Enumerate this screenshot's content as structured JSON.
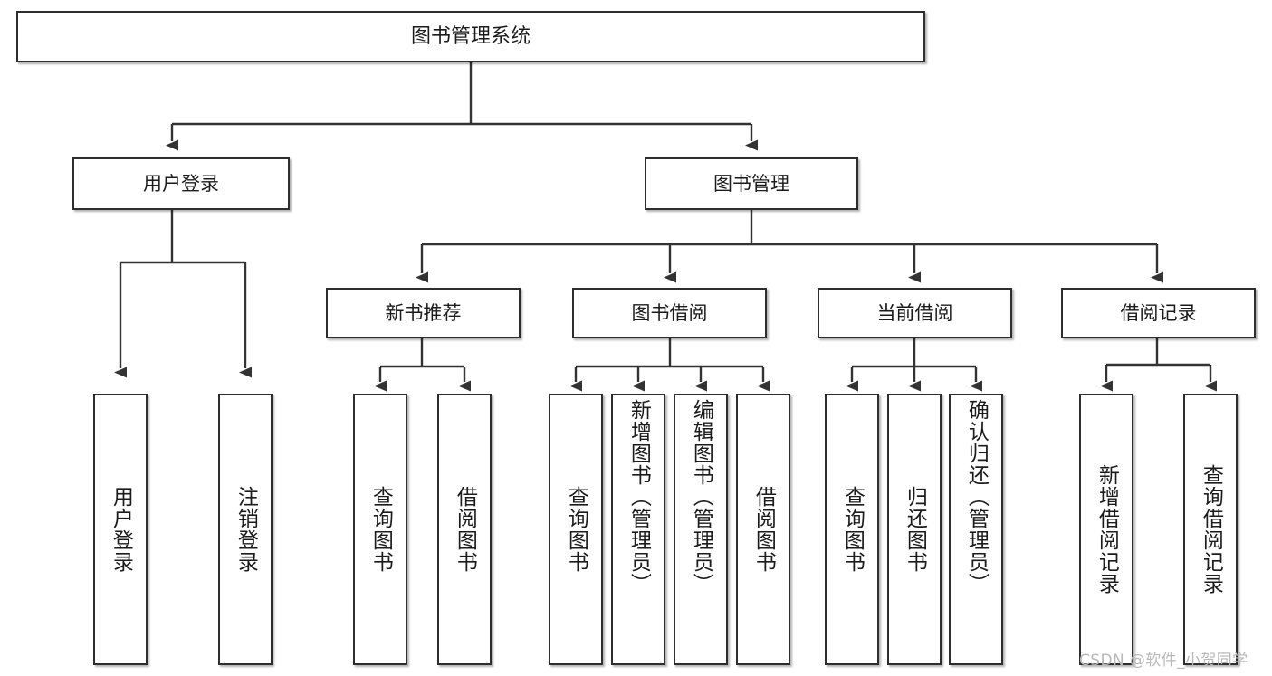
{
  "diagram": {
    "title": "图书管理系统",
    "type": "tree-hierarchy-diagram",
    "colors": {
      "box_border": "#2e2e2e",
      "box_fill": "#ffffff",
      "connector": "#333333",
      "text": "#1b1b1b",
      "watermark": "#b9b9b9"
    },
    "root": {
      "label": "图书管理系统"
    },
    "level2": {
      "user_login": "用户登录",
      "book_management": "图书管理"
    },
    "level3": {
      "new_book_recommend": "新书推荐",
      "book_borrow": "图书借阅",
      "current_borrow": "当前借阅",
      "borrow_record": "借阅记录"
    },
    "leaves": {
      "user_login": [
        "用户登录",
        "注销登录"
      ],
      "new_book_recommend": [
        "查询图书",
        "借阅图书"
      ],
      "book_borrow": [
        "查询图书",
        "新增图书（管理员）",
        "编辑图书（管理员）",
        "借阅图书"
      ],
      "current_borrow": [
        "查询图书",
        "归还图书",
        "确认归还（管理员）"
      ],
      "borrow_record": [
        "新增借阅记录",
        "查询借阅记录"
      ]
    }
  },
  "watermark": {
    "text": "CSDN @软件_小贺同学"
  }
}
